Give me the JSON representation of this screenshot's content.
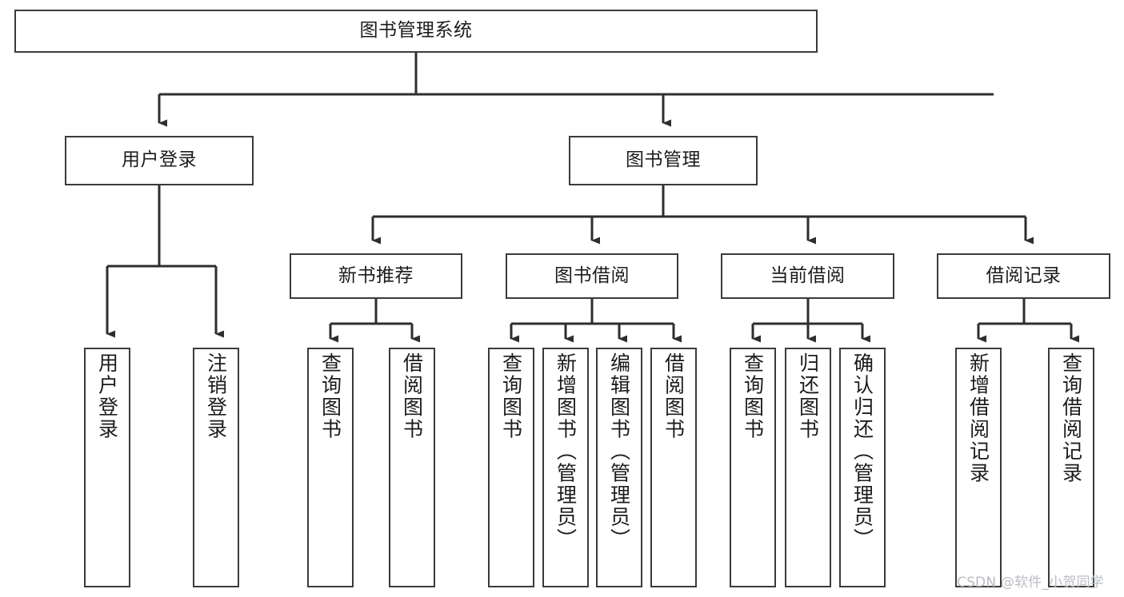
{
  "diagram": {
    "type": "tree-hierarchy-chart",
    "title": "图书管理系统",
    "orientation": "top-down",
    "stroke_color": "#3b3b3b",
    "fill_color": "#ffffff",
    "text_color": "#1c1c1c"
  },
  "nodes": {
    "root": {
      "label": "图书管理系统",
      "level": 0,
      "text_direction": "horizontal"
    },
    "level1": [
      {
        "label": "用户登录",
        "text_direction": "horizontal"
      },
      {
        "label": "图书管理",
        "text_direction": "horizontal"
      }
    ],
    "level2": [
      {
        "label": "新书推荐",
        "text_direction": "horizontal"
      },
      {
        "label": "图书借阅",
        "text_direction": "horizontal"
      },
      {
        "label": "当前借阅",
        "text_direction": "horizontal"
      },
      {
        "label": "借阅记录",
        "text_direction": "horizontal"
      }
    ],
    "leaves": {
      "user_login": [
        {
          "label": "用户登录",
          "text_direction": "vertical"
        },
        {
          "label": "注销登录",
          "text_direction": "vertical"
        }
      ],
      "new_book_recommend": [
        {
          "label": "查询图书",
          "text_direction": "vertical"
        },
        {
          "label": "借阅图书",
          "text_direction": "vertical"
        }
      ],
      "book_borrow": [
        {
          "label": "查询图书",
          "text_direction": "vertical"
        },
        {
          "label": "新增图书（管理员）",
          "text_direction": "vertical"
        },
        {
          "label": "编辑图书（管理员）",
          "text_direction": "vertical"
        },
        {
          "label": "借阅图书",
          "text_direction": "vertical"
        }
      ],
      "current_borrow": [
        {
          "label": "查询图书",
          "text_direction": "vertical"
        },
        {
          "label": "归还图书",
          "text_direction": "vertical"
        },
        {
          "label": "确认归还（管理员）",
          "text_direction": "vertical"
        }
      ],
      "borrow_record": [
        {
          "label": "新增借阅记录",
          "text_direction": "vertical"
        },
        {
          "label": "查询借阅记录",
          "text_direction": "vertical"
        }
      ]
    }
  },
  "watermark": {
    "text": "CSDN @软件_小贺同学",
    "color": "#b9bcc2"
  }
}
